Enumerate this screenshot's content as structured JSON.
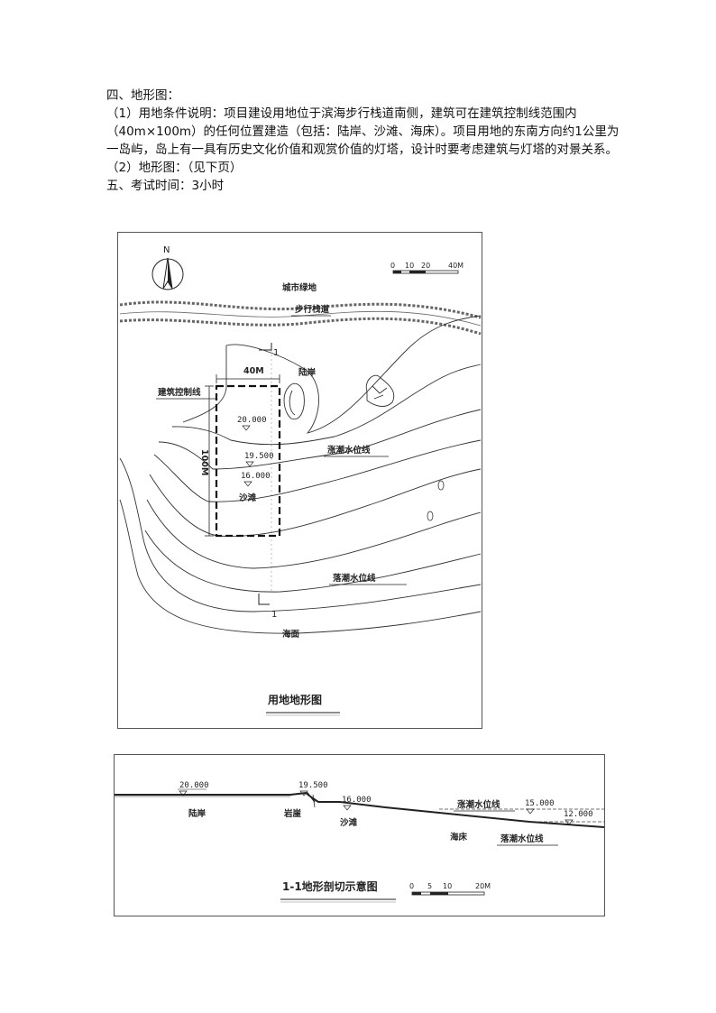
{
  "doc": {
    "lines": [
      "四、地形图：",
      "（1）用地条件说明：项目建设用地位于滨海步行栈道南侧，建筑可在建筑控制线范围内（40m×100m）的任何位置建造（包括：陆岸、沙滩、海床）。项目用地的东南方向约1公里为一岛屿，岛上有一具有历史文化价值和观赏价值的灯塔，设计时要考虑建筑与灯塔的对景关系。",
      "（2）地形图：（见下页）",
      "五、考试时间：3小时"
    ]
  },
  "site_map": {
    "north": "N",
    "scale": {
      "t0": "0",
      "t1": "10",
      "t2": "20",
      "t3": "40M"
    },
    "green_label": "城市绿地",
    "boardwalk_label": "步行栈道",
    "section_mark": "1",
    "width_dim": "40M",
    "length_dim": "100M",
    "land_label": "陆岸",
    "control_label": "建筑控制线",
    "elev_land": "20.000",
    "elev_cliff": "19.500",
    "elev_beach": "16.000",
    "beach_label": "沙滩",
    "high_tide": "涨潮水位线",
    "low_tide": "落潮水位线",
    "sea_label": "海面",
    "title": "用地地形图"
  },
  "section": {
    "elev_land": "20.000",
    "land_label": "陆岸",
    "elev_cliff": "19.500",
    "cliff_label": "岩崖",
    "elev_beach": "16.000",
    "beach_label": "沙滩",
    "high_tide": "涨潮水位线",
    "elev_high": "15.000",
    "seabed_label": "海床",
    "low_tide": "落潮水位线",
    "elev_low": "12.000",
    "title": "1-1地形剖切示意图",
    "scale": {
      "t0": "0",
      "t1": "5",
      "t2": "10",
      "t3": "20M"
    }
  }
}
